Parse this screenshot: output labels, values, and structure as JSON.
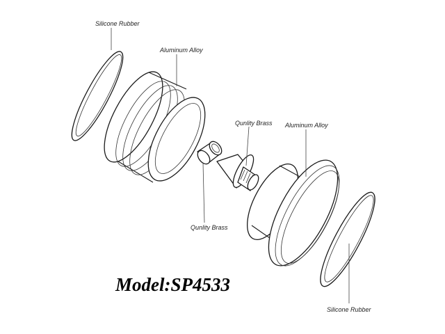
{
  "diagram": {
    "labels": {
      "silicone_rubber_top": "Silicone Rubber",
      "aluminum_alloy_top": "Aluminum Alloy",
      "quality_brass_top": "Qunlity Brass",
      "aluminum_alloy_bottom": "Aluminum Alloy",
      "quality_brass_bottom": "Qunlity Brass",
      "silicone_rubber_bottom": "Silicone Rubber"
    },
    "model": "Model:SP4533"
  }
}
